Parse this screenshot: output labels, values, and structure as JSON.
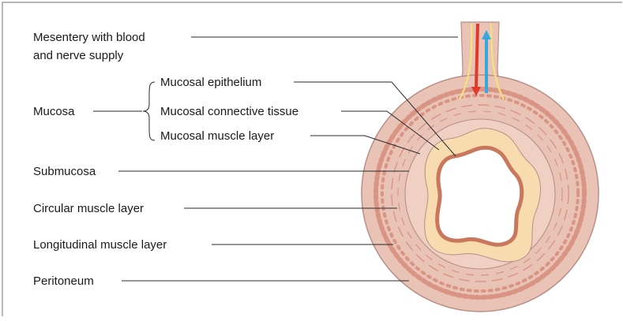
{
  "labels": {
    "mesentery_line1": "Mesentery with blood",
    "mesentery_line2": "and nerve supply",
    "mucosa": "Mucosa",
    "mucosal_epithelium": "Mucosal epithelium",
    "mucosal_connective_tissue": "Mucosal connective tissue",
    "mucosal_muscle_layer": "Mucosal muscle layer",
    "submucosa": "Submucosa",
    "circular_muscle_layer": "Circular muscle layer",
    "longitudinal_muscle_layer": "Longitudinal muscle layer",
    "peritoneum": "Peritoneum"
  },
  "colors": {
    "outer_wall": "#e9c3b6",
    "outline": "#b98e86",
    "muscle_dots": "#d99484",
    "submucosa": "#efd0c3",
    "connective_tissue": "#f8dcb0",
    "epithelium": "#c9785e",
    "artery": "#e03a2c",
    "vein": "#3aa6e0",
    "nerve": "#f6e27a"
  }
}
